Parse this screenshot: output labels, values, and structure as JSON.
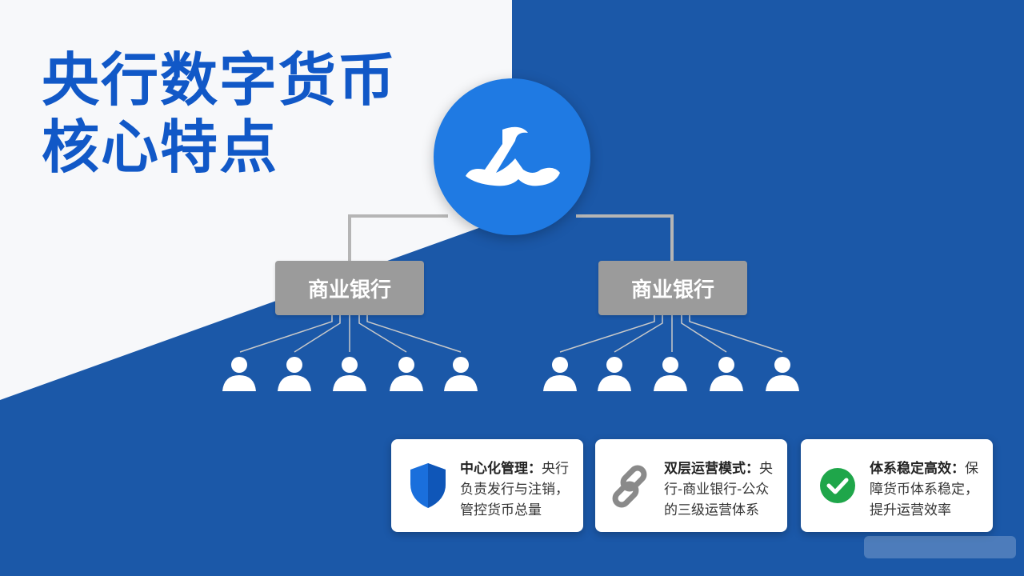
{
  "title": {
    "line1": "央行数字货币",
    "line2": "核心特点"
  },
  "banks": [
    {
      "label": "商业银行"
    },
    {
      "label": "商业银行"
    }
  ],
  "cards": [
    {
      "heading": "中心化管理：",
      "body": "央行负责发行与注销，管控货币总量",
      "icon": "shield-icon"
    },
    {
      "heading": "双层运营模式：",
      "body": "央行-商业银行-公众的三级运营体系",
      "icon": "chain-link-icon"
    },
    {
      "heading": "体系稳定高效：",
      "body": "保障货币体系稳定，提升运营效率",
      "icon": "check-circle-icon"
    }
  ],
  "colors": {
    "blue_bg": "#1b58a8",
    "title_blue": "#1158c7",
    "emblem_blue": "#1f7ae3",
    "bank_gray": "#9b9b9b",
    "check_green": "#1fa64a",
    "shield_blue": "#1a6fdc"
  }
}
